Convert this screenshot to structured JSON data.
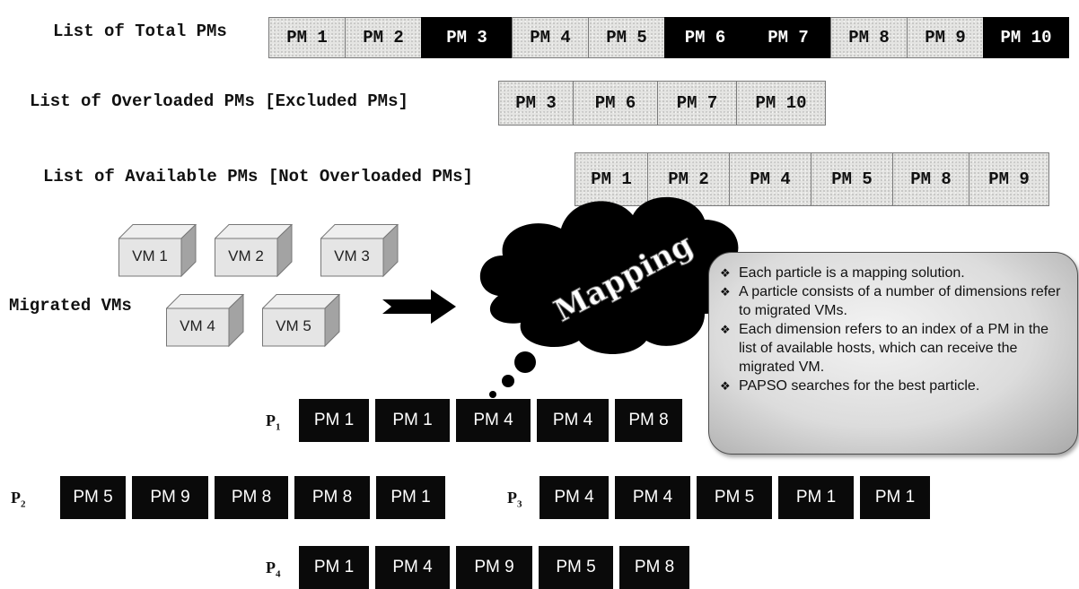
{
  "total": {
    "label": "List of Total PMs",
    "cells": [
      {
        "t": "PM 1",
        "over": false
      },
      {
        "t": "PM 2",
        "over": false
      },
      {
        "t": "PM 3",
        "over": true
      },
      {
        "t": "PM 4",
        "over": false
      },
      {
        "t": "PM 5",
        "over": false
      },
      {
        "t": "PM 6",
        "over": true
      },
      {
        "t": "PM 7",
        "over": true
      },
      {
        "t": "PM 8",
        "over": false
      },
      {
        "t": "PM 9",
        "over": false
      },
      {
        "t": "PM 10",
        "over": true
      }
    ]
  },
  "overloaded": {
    "label": "List of Overloaded PMs [Excluded PMs]",
    "cells": [
      "PM 3",
      "PM 6",
      "PM 7",
      "PM 10"
    ]
  },
  "available": {
    "label": "List of Available PMs [Not Overloaded PMs]",
    "cells": [
      "PM 1",
      "PM 2",
      "PM 4",
      "PM 5",
      "PM 8",
      "PM 9"
    ]
  },
  "vms": {
    "label": "Migrated VMs",
    "items": [
      "VM 1",
      "VM 2",
      "VM 3",
      "VM 4",
      "VM 5"
    ]
  },
  "cloud_text": "Mapping",
  "notes": [
    "Each particle is a mapping solution.",
    "A particle consists of a number of dimensions refer to migrated VMs.",
    "Each dimension refers to an index of a PM in the list of available hosts, which can receive the migrated VM.",
    "PAPSO searches for the best particle."
  ],
  "bullet_glyph": "❖",
  "particles": [
    {
      "p": "P",
      "sub": "1",
      "pms": [
        "PM 1",
        "PM 1",
        "PM 4",
        "PM 4",
        "PM 8"
      ]
    },
    {
      "p": "P",
      "sub": "2",
      "pms": [
        "PM 5",
        "PM 9",
        "PM 8",
        "PM 8",
        "PM 1"
      ]
    },
    {
      "p": "P",
      "sub": "3",
      "pms": [
        "PM 4",
        "PM 4",
        "PM 5",
        "PM 1",
        "PM 1"
      ]
    },
    {
      "p": "P",
      "sub": "4",
      "pms": [
        "PM 1",
        "PM 4",
        "PM 9",
        "PM 5",
        "PM 8"
      ]
    }
  ],
  "colors": {
    "overloaded_fill": "#000000",
    "available_fill": "#e4e4e2",
    "particle_fill": "#0a0a0a",
    "note_fill": "#dcdcdc"
  }
}
